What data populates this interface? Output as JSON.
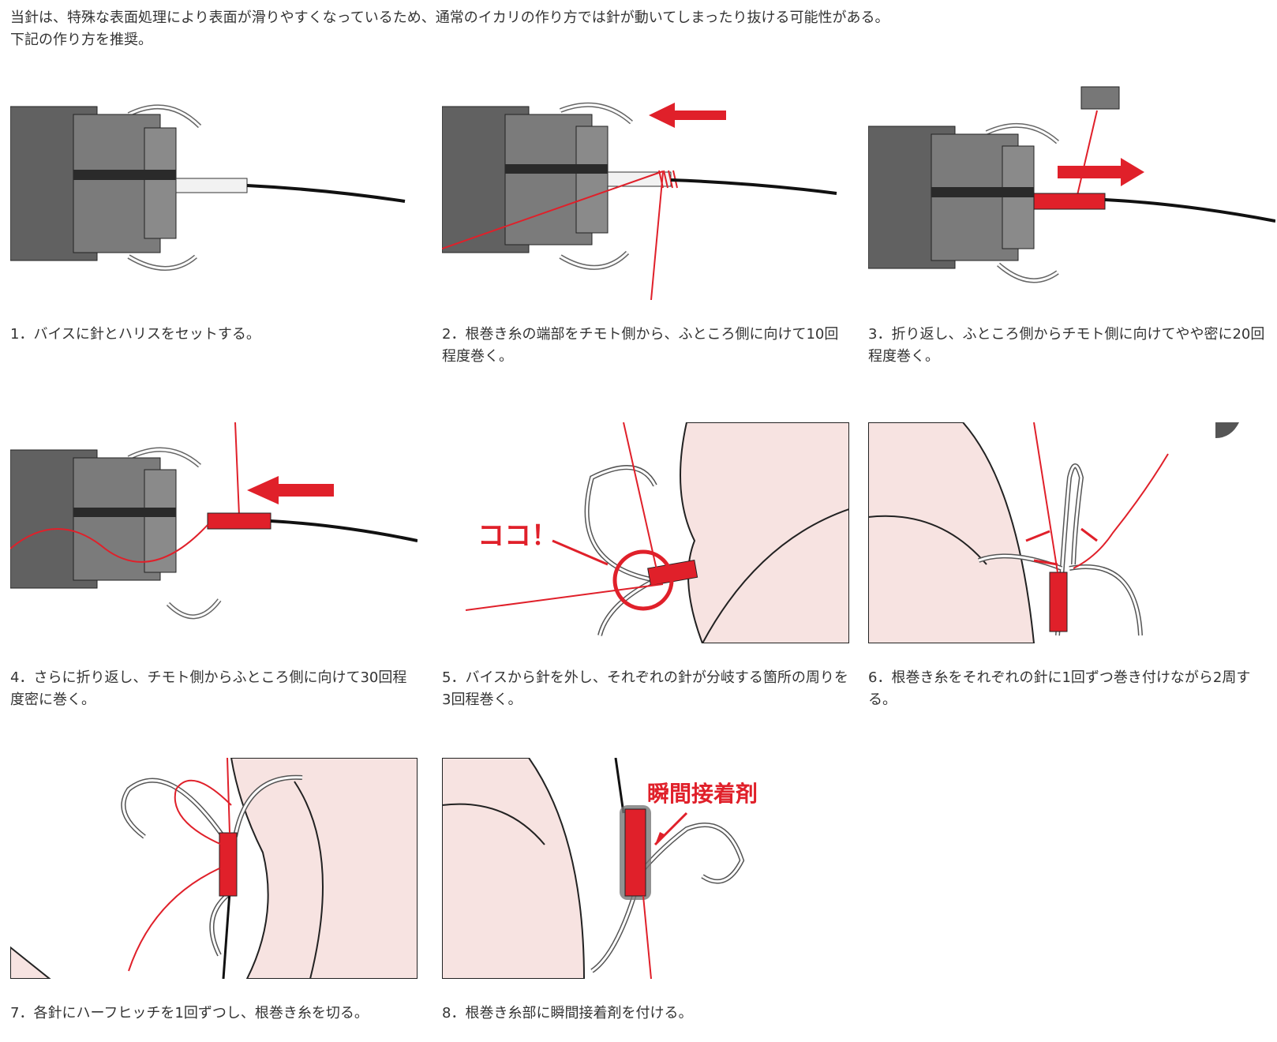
{
  "intro": {
    "line1": "当針は、特殊な表面処理により表面が滑りやすくなっているため、通常のイカリの作り方では針が動いてしまったり抜ける可能性がある。",
    "line2": "下記の作り方を推奨。"
  },
  "steps": [
    {
      "caption": "1．バイスに針とハリスをセットする。"
    },
    {
      "caption": "2．根巻き糸の端部をチモト側から、ふところ側に向けて10回程度巻く。"
    },
    {
      "caption": "3．折り返し、ふところ側からチモト側に向けてやや密に20回程度巻く。"
    },
    {
      "caption": "4．さらに折り返し、チモト側からふところ側に向けて30回程度密に巻く。"
    },
    {
      "caption": "5．バイスから針を外し、それぞれの針が分岐する箇所の周りを3回程巻く。",
      "label": "ココ！"
    },
    {
      "caption": "6．根巻き糸をそれぞれの針に1回ずつ巻き付けながら2周する。"
    },
    {
      "caption": "7．各針にハーフヒッチを1回ずつし、根巻き糸を切る。"
    },
    {
      "caption": "8．根巻き糸部に瞬間接着剤を付ける。",
      "label": "瞬間接着剤"
    }
  ],
  "colors": {
    "accent_red": "#e0202a",
    "skin": "#f7e3e1",
    "vise_gray": "#6b6b6b",
    "text": "#333333"
  }
}
